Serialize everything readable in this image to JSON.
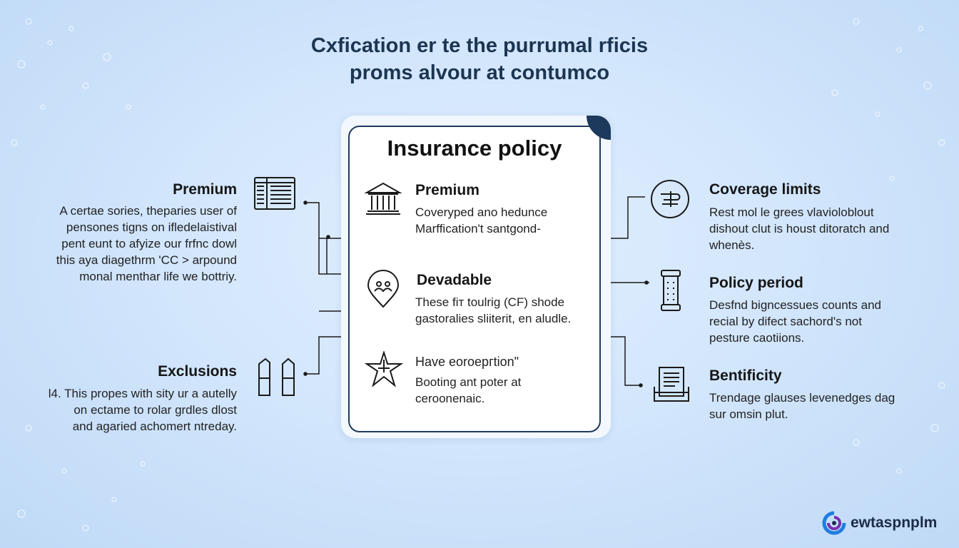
{
  "title": {
    "line1": "Cxfication er te the purrumal rficis",
    "line2": "proms alvour at contumco"
  },
  "card": {
    "title": "Insurance policy",
    "items": [
      {
        "heading": "Premium",
        "text": "Coverуped ano heduncе\nMarffication't santgond-",
        "icon": "bank-building-icon"
      },
      {
        "heading": "Devadable",
        "text": "These fiт toulrig (CF) shode\ngastoralies sliiterit, en aludle.",
        "icon": "location-pin-icon"
      },
      {
        "heading": "Have eoroергtion\"",
        "text": "Booting ant poter at\nceroonenaic.",
        "icon": "star-burst-icon"
      }
    ]
  },
  "left": [
    {
      "heading": "Premium",
      "text": "A certae sories, theparies user of\npensones tigns on ifledelaistival\npent eunt to afyize our frfnc dowl\nthis aya diagethrm 'CC > arpound\nmonal menthar life we bottriy.",
      "icon": "ledger-book-icon"
    },
    {
      "heading": "Exclusions",
      "text": "l4. This propes with sity ur a autelly\non ectame to rolar grdles dlost\nand agaried achomert ntreday.",
      "icon": "document-panels-icon"
    }
  ],
  "right": [
    {
      "heading": "Coverage limits",
      "text": "Rest mol le grees vlavioloblout\ndishout clut is houst ditoratch and\nwhenès.",
      "icon": "coin-circle-icon"
    },
    {
      "heading": "Policy period",
      "text": "Desfnd bigncessues counts and\nrecial by difect sachord's not\npesture caotiions.",
      "icon": "scroll-calendar-icon"
    },
    {
      "heading": "Bentificity",
      "text": "Trendage glauses levenedges dag\nsur omsin plut.",
      "icon": "document-tray-icon"
    }
  ],
  "brand": {
    "name": "ewtaspnplm",
    "icon": "brand-swirl-icon"
  },
  "colors": {
    "navy": "#1d3a5c",
    "background": "#cfe4fb",
    "text": "#1a2230"
  }
}
